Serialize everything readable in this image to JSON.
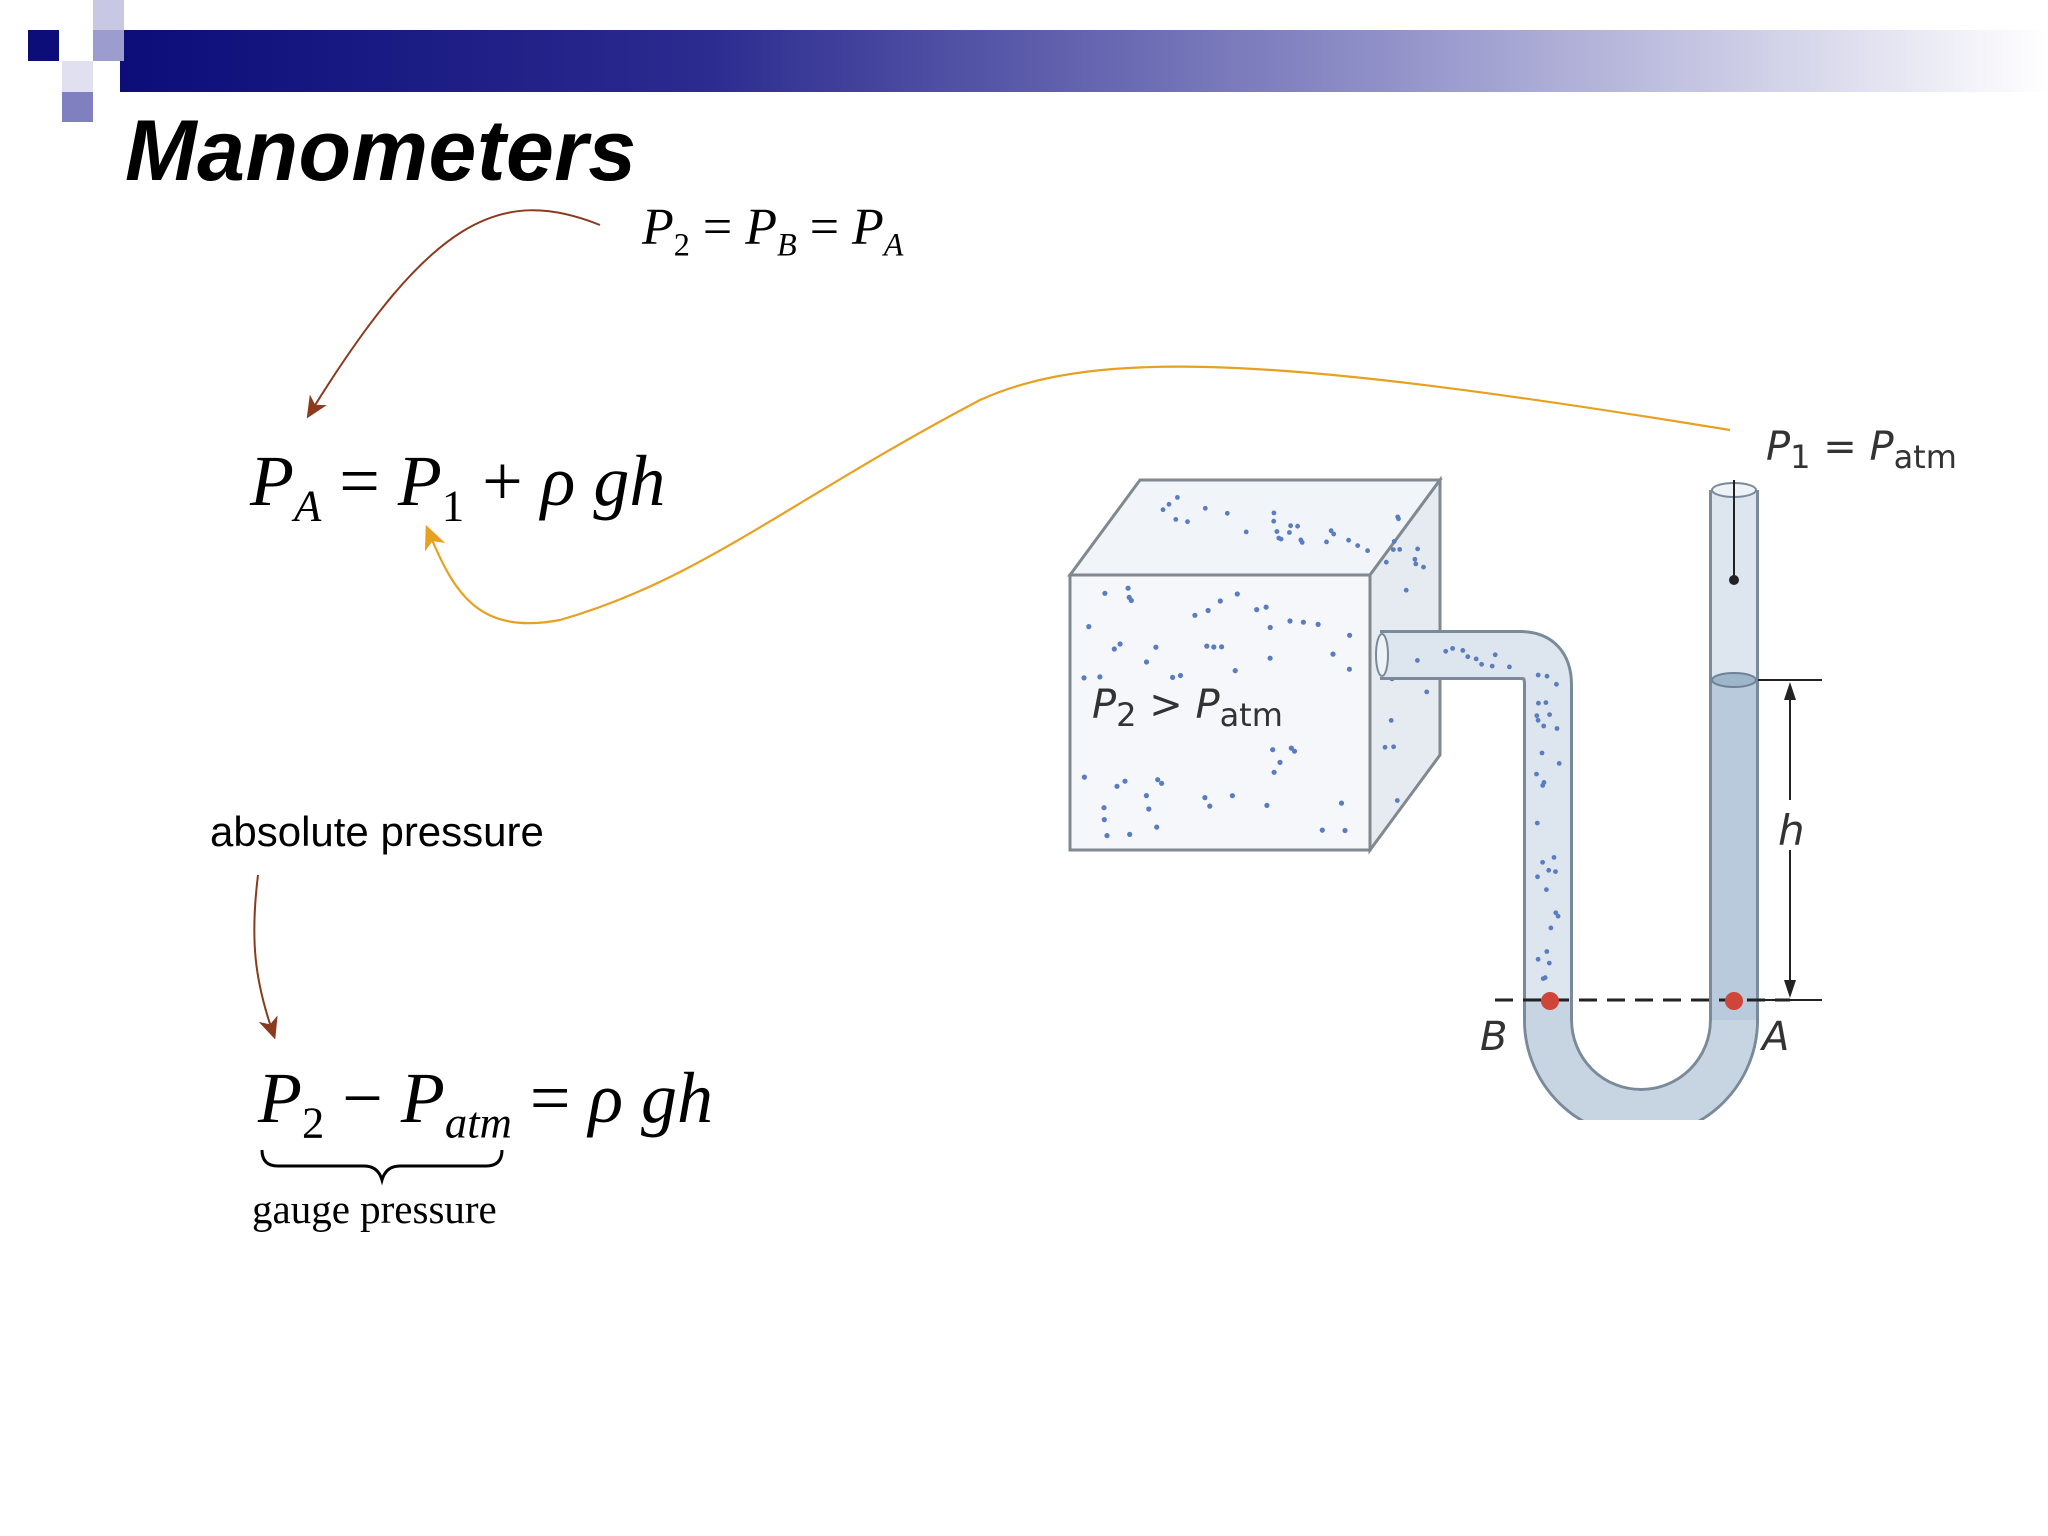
{
  "slide": {
    "title": "Manometers",
    "labels": {
      "absolute": "absolute pressure",
      "gauge": "gauge pressure"
    }
  },
  "equations": {
    "top": {
      "p": "P",
      "s2": "2",
      "eq1": " = ",
      "p2": "P",
      "sb": "B",
      "eq2": " = ",
      "p3": "P",
      "sa": "A"
    },
    "absolute": {
      "p": "P",
      "sa": "A",
      "eq": " = ",
      "p1": "P",
      "s1": "1",
      "plus": " + ",
      "rhogh": "ρ gh"
    },
    "gauge": {
      "p": "P",
      "s2": "2",
      "minus": " − ",
      "p2": "P",
      "satm": "atm",
      "eq": " = ",
      "rhogh": "ρ gh"
    }
  },
  "diagram": {
    "p1_label": {
      "p": "P",
      "sub1": "1",
      "eq": " = ",
      "p2": "P",
      "sub2": "atm"
    },
    "tank_label": {
      "p": "P",
      "sub1": "2",
      "gt": " > ",
      "p2": "P",
      "sub2": "atm"
    },
    "height_label": "h",
    "point_b": "B",
    "point_a": "A"
  },
  "colors": {
    "title_bar_dark": "#0d0d7a",
    "arrow_brown": "#8b3a1e",
    "arrow_orange": "#e8a020",
    "tube_fill": "#c9d6e3",
    "dot_blue": "#5a7cc0",
    "point_red": "#d0453a"
  }
}
